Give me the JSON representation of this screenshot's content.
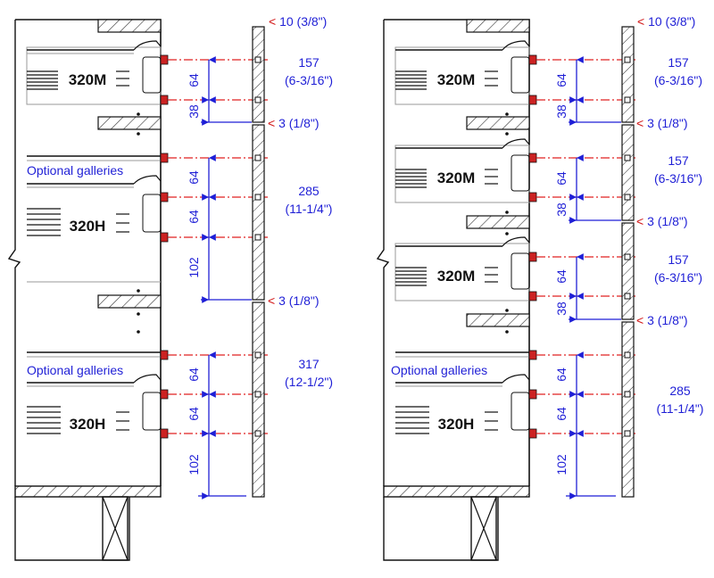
{
  "colors": {
    "dimension": "#1f1fd6",
    "gap_marker": "#d01010",
    "center_line": "#e02020",
    "outline": "#111111",
    "hatch": "#333333",
    "faint": "#9a9a9a"
  },
  "strings": {
    "optional_galleries": "Optional galleries",
    "gap_top": "< 10 (3/8\")",
    "gap_small": "< 3 (1/8\")"
  },
  "left_elevation": {
    "units": [
      {
        "label": "320M",
        "vertical_dims": [
          "64",
          "38"
        ],
        "pitch": "157",
        "pitch_in": "(6-3/16\")"
      },
      {
        "label": "320H",
        "vertical_dims": [
          "64",
          "64",
          "102"
        ],
        "pitch": "285",
        "pitch_in": "(11-1/4\")"
      },
      {
        "label": "320H",
        "vertical_dims": [
          "64",
          "64",
          "102"
        ],
        "pitch": "317",
        "pitch_in": "(12-1/2\")"
      }
    ]
  },
  "right_elevation": {
    "units": [
      {
        "label": "320M",
        "vertical_dims": [
          "64",
          "38"
        ],
        "pitch": "157",
        "pitch_in": "(6-3/16\")"
      },
      {
        "label": "320M",
        "vertical_dims": [
          "64",
          "38"
        ],
        "pitch": "157",
        "pitch_in": "(6-3/16\")"
      },
      {
        "label": "320M",
        "vertical_dims": [
          "64",
          "38"
        ],
        "pitch": "157",
        "pitch_in": "(6-3/16\")"
      },
      {
        "label": "320H",
        "vertical_dims": [
          "64",
          "64",
          "102"
        ],
        "pitch": "285",
        "pitch_in": "(11-1/4\")"
      }
    ]
  }
}
